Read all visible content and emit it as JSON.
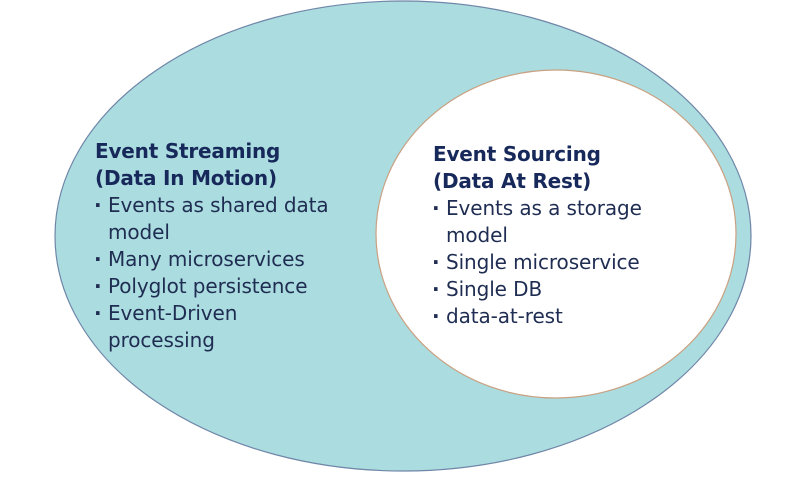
{
  "colors": {
    "outer_fill": "#abdcdf",
    "outer_stroke": "#6f86a8",
    "inner_fill": "#ffffff",
    "inner_stroke": "#c9a182",
    "title_text": "#17295a",
    "body_text": "#1f2d52"
  },
  "event_streaming": {
    "title_line1": "Event Streaming",
    "title_line2": "(Data In Motion)",
    "items": [
      "Events as shared data model",
      "Many microservices",
      "Polyglot persistence",
      "Event-Driven processing"
    ]
  },
  "event_sourcing": {
    "title_line1": "Event Sourcing",
    "title_line2": "(Data At Rest)",
    "items": [
      "Events as a storage model",
      "Single microservice",
      "Single DB",
      "data-at-rest"
    ]
  }
}
